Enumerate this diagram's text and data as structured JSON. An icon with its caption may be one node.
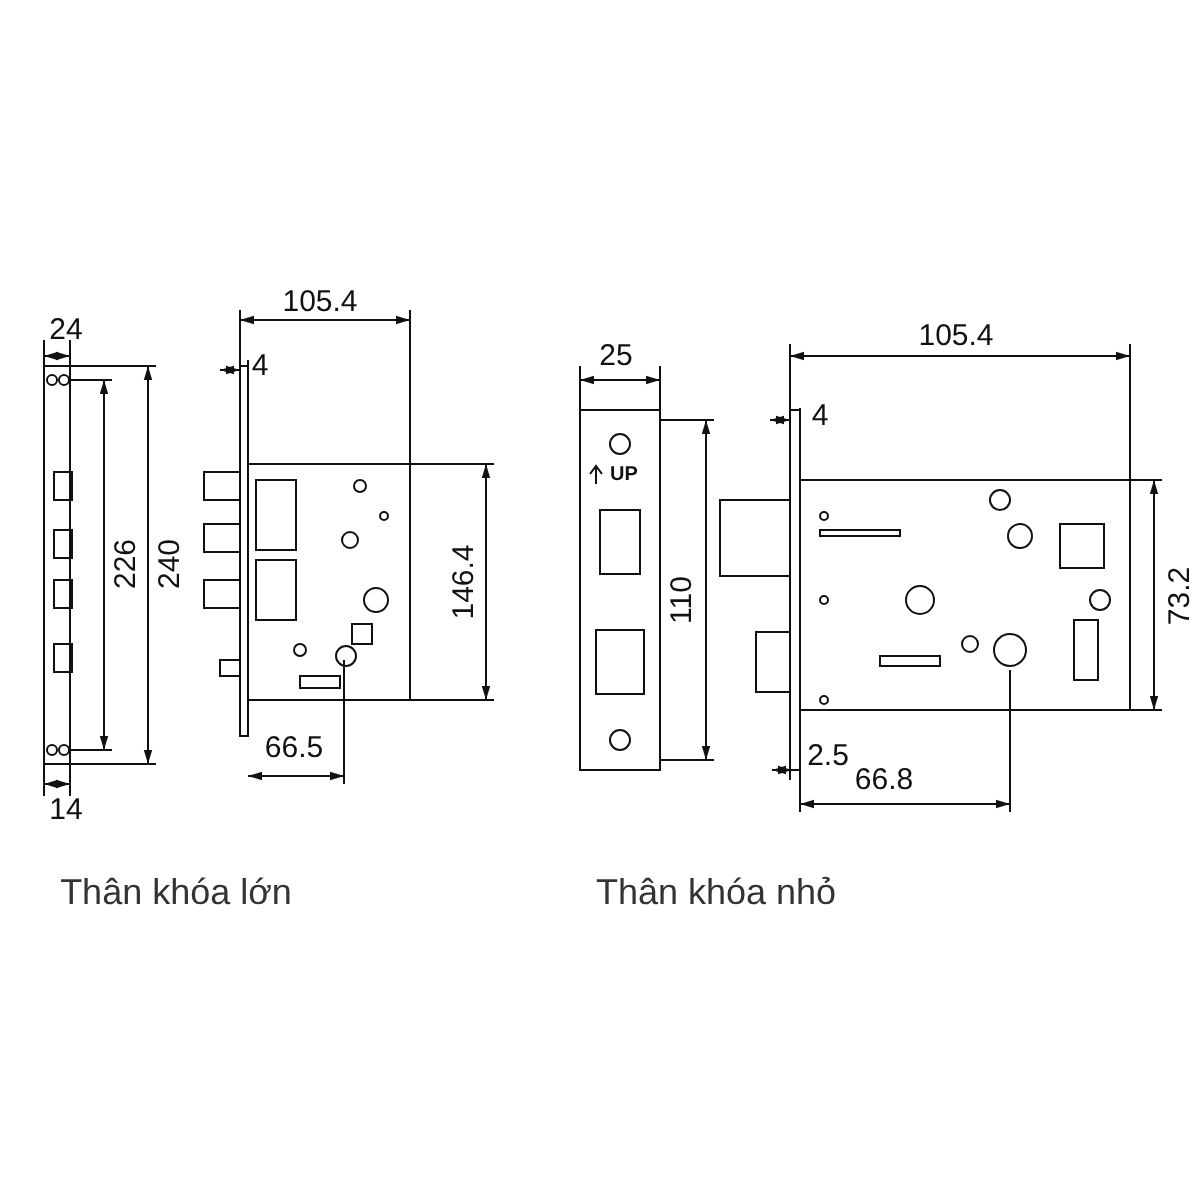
{
  "diagram": {
    "labels": [
      "24",
      "105.4",
      "4",
      "226",
      "240",
      "146.4",
      "14",
      "66.5",
      "25",
      "105.4",
      "4",
      "UP",
      "110",
      "73.2",
      "2.5",
      "66.8",
      "Thân khóa lớn",
      "Thân khóa nhỏ"
    ]
  }
}
